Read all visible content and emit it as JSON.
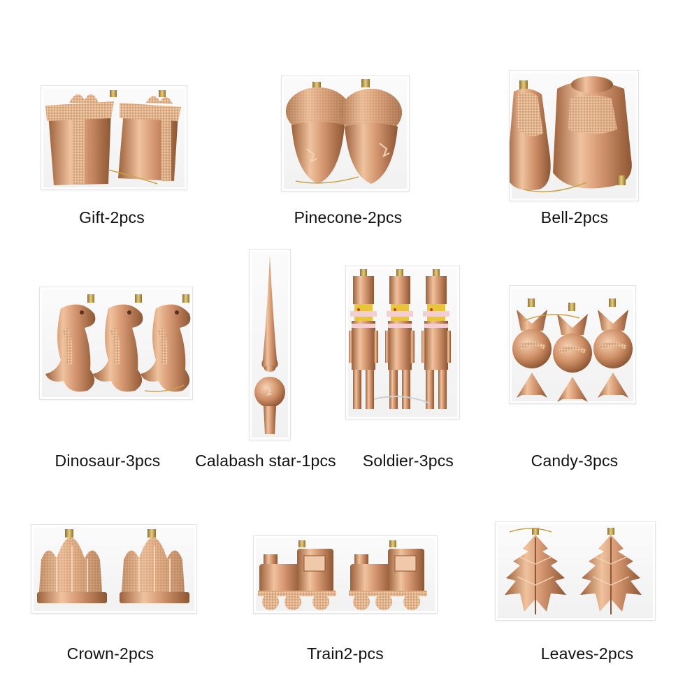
{
  "colors": {
    "background": "#ffffff",
    "ornament_base": "#c98a5e",
    "ornament_light": "#f2c39f",
    "ornament_dark": "#8e5633",
    "glitter": "#e7c09a",
    "cap_gold": "#c9a24a",
    "soldier_face": "#e8c53a",
    "soldier_trim": "#f3cfd2",
    "label_text": "#111111"
  },
  "products": [
    {
      "label": "Gift-2pcs",
      "icon": "gift-box-icon"
    },
    {
      "label": "Pinecone-2pcs",
      "icon": "pinecone-icon"
    },
    {
      "label": "Bell-2pcs",
      "icon": "bell-icon"
    },
    {
      "label": "Dinosaur-3pcs",
      "icon": "dinosaur-icon"
    },
    {
      "label": "Calabash star-1pcs",
      "icon": "tree-topper-icon"
    },
    {
      "label": "Soldier-3pcs",
      "icon": "nutcracker-soldier-icon"
    },
    {
      "label": "Candy-3pcs",
      "icon": "candy-icon"
    },
    {
      "label": "Crown-2pcs",
      "icon": "crown-icon"
    },
    {
      "label": "Train2-pcs",
      "icon": "train-icon"
    },
    {
      "label": "Leaves-2pcs",
      "icon": "leaf-icon"
    }
  ]
}
